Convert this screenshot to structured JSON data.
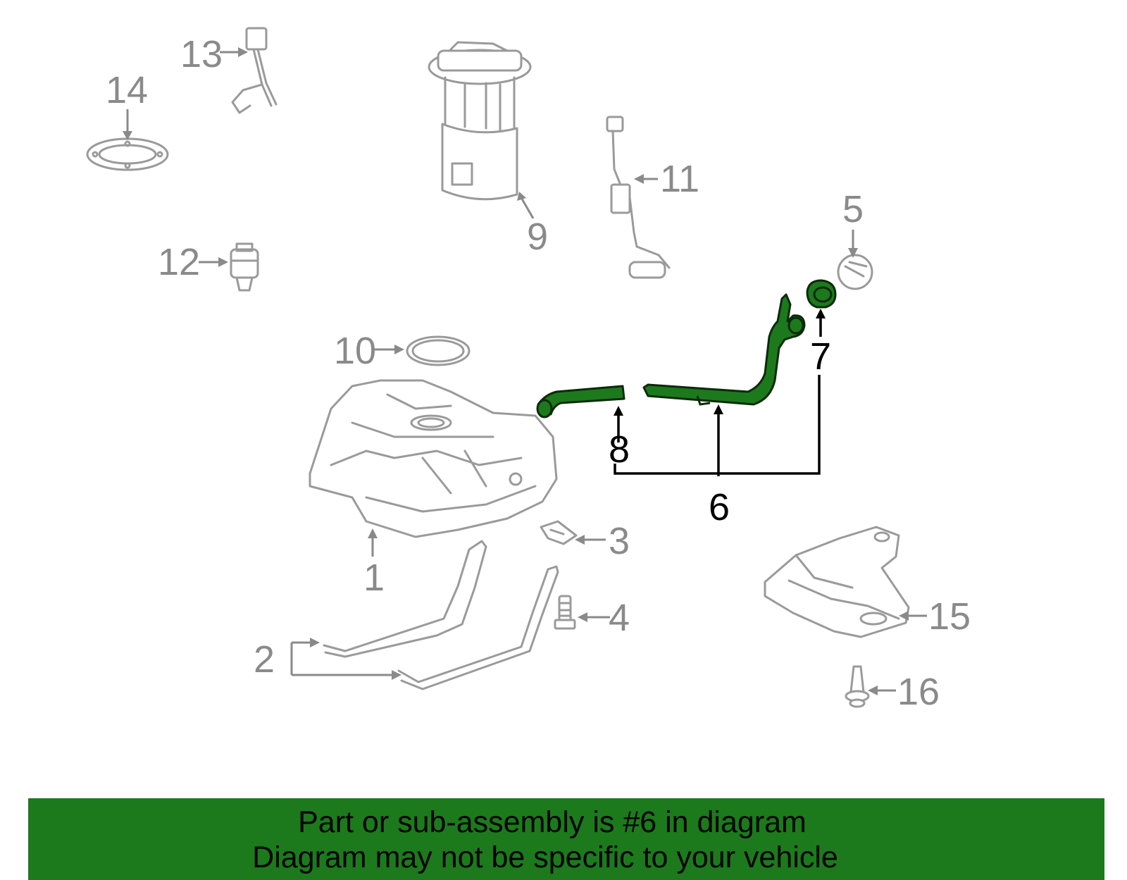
{
  "callouts": {
    "c1": "1",
    "c2": "2",
    "c3": "3",
    "c4": "4",
    "c5": "5",
    "c6": "6",
    "c7": "7",
    "c8": "8",
    "c9": "9",
    "c10": "10",
    "c11": "11",
    "c12": "12",
    "c13": "13",
    "c14": "14",
    "c15": "15",
    "c16": "16"
  },
  "highlighted_part": "6",
  "colors": {
    "highlight": "#1c7a1c",
    "banner": "#1c7a1c",
    "part_outline": "#9a9a9a"
  },
  "banner": {
    "line1": "Part or sub-assembly is #6 in diagram",
    "line2": "Diagram may not be specific to your vehicle"
  }
}
